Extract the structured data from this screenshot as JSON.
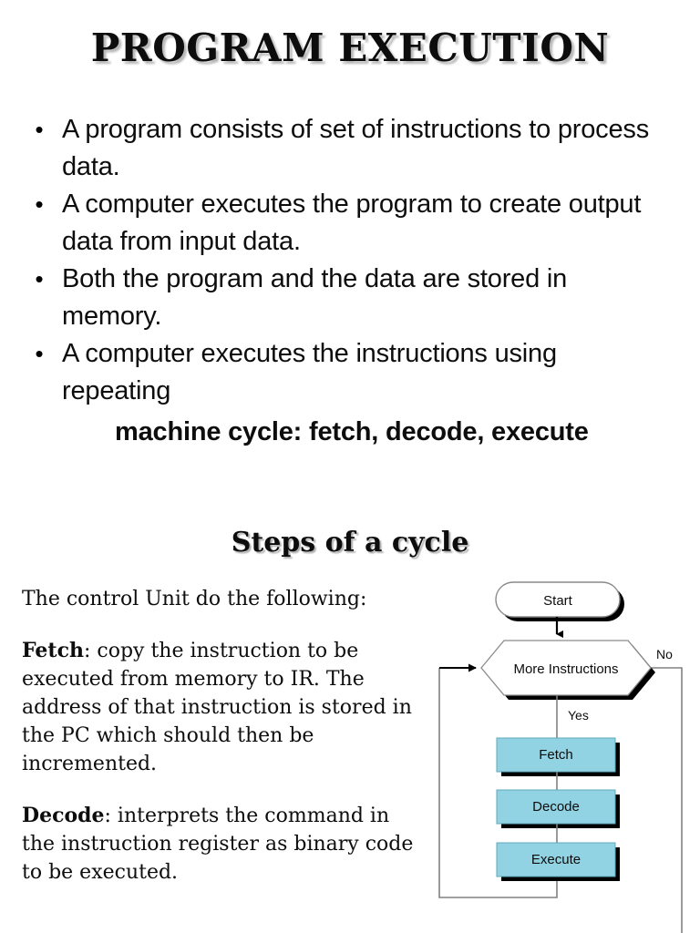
{
  "slide": {
    "title": "PROGRAM EXECUTION",
    "section_heading": "Steps of a cycle"
  },
  "bullets": [
    {
      "marker": "•",
      "text": "A program consists of set of instructions to process data."
    },
    {
      "marker": "•",
      "text": "A computer executes the program to create output data from input data."
    },
    {
      "marker": "•",
      "text": "Both the program and the data are stored in memory."
    },
    {
      "marker": "•",
      "text": "A computer executes the instructions using repeating"
    }
  ],
  "sub_line": "machine cycle: fetch, decode, execute",
  "body": {
    "intro": "The control Unit do the following:",
    "paragraphs": [
      {
        "lead": "Fetch",
        "rest": ": copy the instruction to be executed from memory to IR. The address of that instruction is stored in the PC which should then be incremented."
      },
      {
        "lead": "Decode",
        "rest": ": interprets the command in the instruction register as binary code to be executed."
      }
    ]
  },
  "flowchart": {
    "start_label": "Start",
    "decision_label": "More Instructions",
    "branch_no": "No",
    "branch_yes": "Yes",
    "steps": [
      {
        "label": "Fetch"
      },
      {
        "label": "Decode"
      },
      {
        "label": "Execute"
      }
    ],
    "colors": {
      "process_fill": "#92d3e3",
      "shadow": "#000000",
      "outline": "#808080",
      "connector": "#808080"
    }
  }
}
